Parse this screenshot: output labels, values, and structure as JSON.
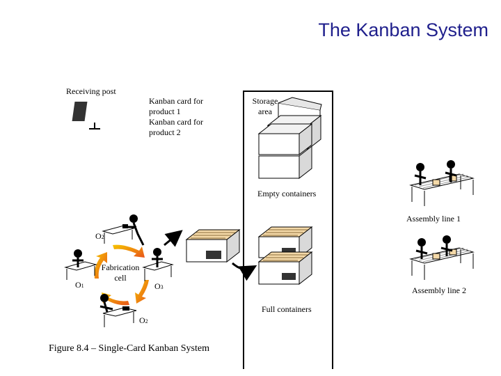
{
  "title": "The Kanban System",
  "labels": {
    "receiving_post": "Receiving post",
    "kanban_card_product_1": "Kanban card for product 1",
    "kanban_card_product_2": "Kanban card for product 2",
    "storage_area": "Storage area",
    "empty_containers": "Empty containers",
    "full_containers": "Full containers",
    "assembly_line_1": "Assembly line 1",
    "assembly_line_2": "Assembly line 2",
    "fabrication_cell": "Fabrication cell",
    "operators": [
      {
        "letter": "O",
        "sub": "2"
      },
      {
        "letter": "O",
        "sub": "1"
      },
      {
        "letter": "O",
        "sub": "3"
      },
      {
        "letter": "O",
        "sub": "2"
      }
    ]
  },
  "caption": "Figure 8.4 – Single-Card Kanban System",
  "colors": {
    "title": "#1f1f8c",
    "container_face": "#ffffff",
    "container_side": "#d9d9d9",
    "kanban_card": "#f4d9a8",
    "cycle_arrow_start": "#f6c400",
    "cycle_arrow_end": "#e8541a"
  },
  "icons": [
    "mailbox-icon",
    "container-icon",
    "worker-icon",
    "conveyor-icon",
    "arrow-icon"
  ]
}
